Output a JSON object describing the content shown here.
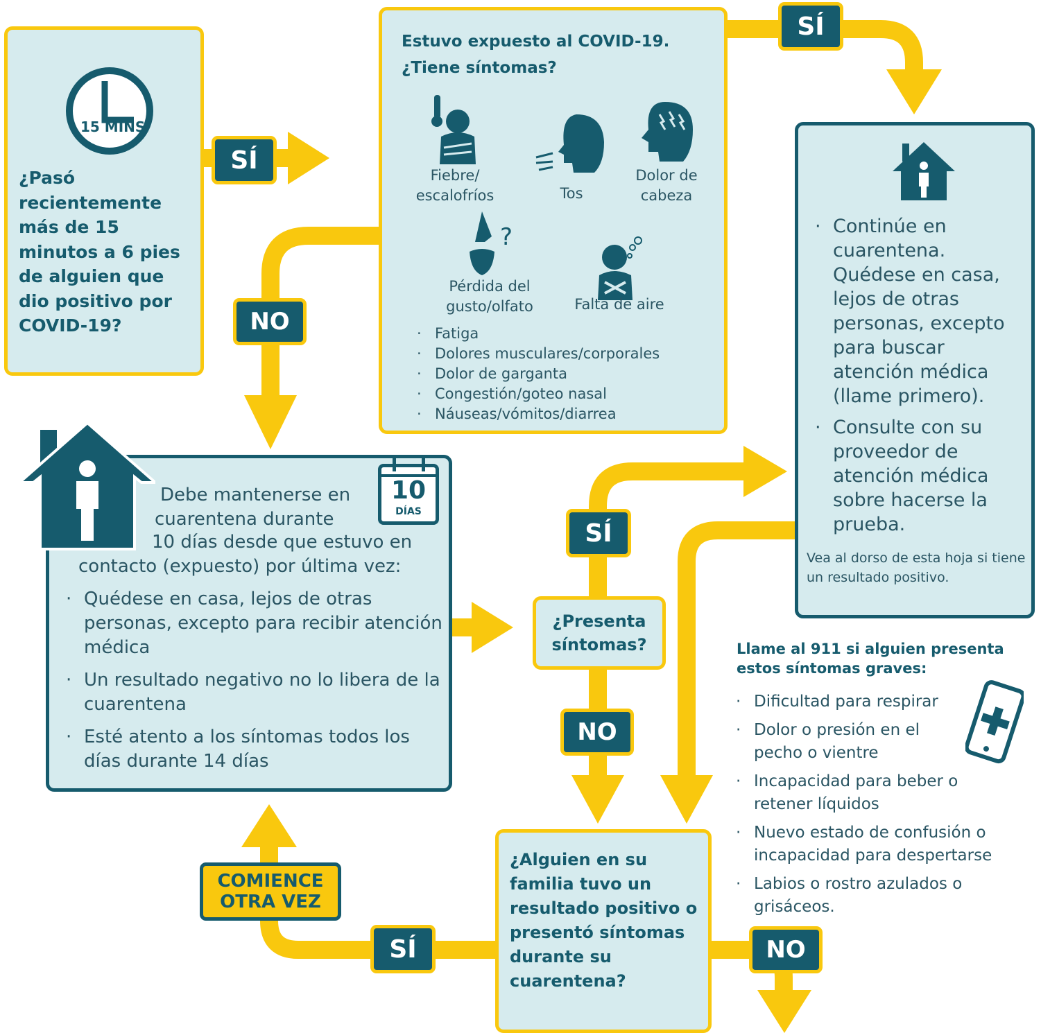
{
  "colors": {
    "yellow": "#f9c80e",
    "teal": "#165b6d",
    "box_bg": "#d6ebee",
    "text": "#2a5563"
  },
  "badges": {
    "si_1": "SÍ",
    "si_2": "SÍ",
    "si_3": "SÍ",
    "si_4": "SÍ",
    "no_1": "NO",
    "no_2": "NO",
    "no_3": "NO",
    "restart_line1": "COMIENCE",
    "restart_line2": "OTRA VEZ"
  },
  "q1": {
    "clock_label": "15 MINS",
    "text": "¿Pasó recientemente más de 15 minutos a 6 pies de alguien que dio positivo por COVID-19?"
  },
  "symptoms": {
    "title_line1": "Estuvo expuesto al COVID-19.",
    "title_line2": "¿Tiene síntomas?",
    "icons": [
      {
        "icon": "fever-chills-icon",
        "line1": "Fiebre/",
        "line2": "escalofríos"
      },
      {
        "icon": "cough-icon",
        "line1": "Tos",
        "line2": ""
      },
      {
        "icon": "headache-icon",
        "line1": "Dolor de",
        "line2": "cabeza"
      },
      {
        "icon": "loss-of-taste-smell-icon",
        "line1": "Pérdida del",
        "line2": "gusto/olfato"
      },
      {
        "icon": "shortness-of-breath-icon",
        "line1": "Falta de aire",
        "line2": ""
      }
    ],
    "list": [
      "Fatiga",
      "Dolores musculares/corporales",
      "Dolor de garganta",
      "Congestión/goteo nasal",
      "Náuseas/vómitos/diarrea"
    ]
  },
  "isolation": {
    "items": [
      "Continúe en cuarentena. Quédese en casa, lejos de otras personas, excepto para buscar atención médica (llame primero).",
      "Consulte con su proveedor de atención médica sobre hacerse la prueba."
    ],
    "note": "Vea al dorso de esta hoja si tiene un resultado positivo."
  },
  "quarantine": {
    "intro_line1": "Debe mantenerse en",
    "intro_line2": "cuarentena durante",
    "intro_line3": "10 días desde que estuvo en",
    "intro_line4": "contacto (expuesto) por última vez:",
    "calendar_number": "10",
    "calendar_label": "DÍAS",
    "items": [
      "Quédese en casa, lejos de otras personas, excepto para recibir atención médica",
      "Un resultado negativo no lo libera de la cuarentena",
      "Esté atento a los síntomas todos los días durante 14 días"
    ]
  },
  "presenta": {
    "line1": "¿Presenta",
    "line2": "síntomas?"
  },
  "family": {
    "text": "¿Alguien en su familia tuvo un resultado positivo o presentó síntomas durante su cuarentena?"
  },
  "emergency": {
    "title": "Llame al 911 si alguien presenta estos síntomas graves:",
    "items": [
      "Dificultad para respirar",
      "Dolor o presión en el pecho o vientre",
      "Incapacidad para beber o retener líquidos",
      "Nuevo estado de confusión o incapacidad para despertarse",
      "Labios o rostro azulados o grisáceos."
    ]
  }
}
